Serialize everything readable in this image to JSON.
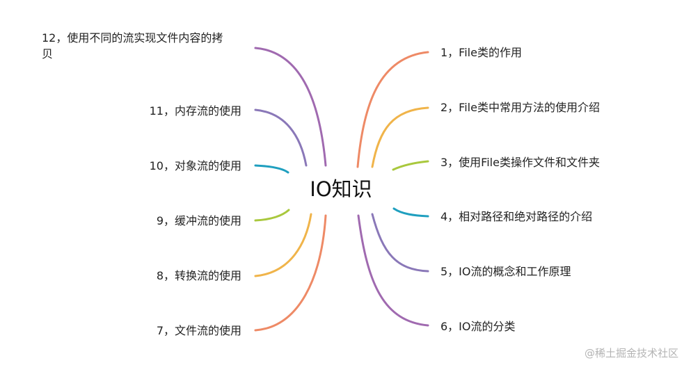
{
  "center": {
    "title": "IO知识"
  },
  "right_branches": [
    {
      "label": "1，File类的作用",
      "color": "#ee8a66"
    },
    {
      "label": "2，File类中常用方法的使用介绍",
      "color": "#f0b44a"
    },
    {
      "label": "3，使用File类操作文件和文件夹",
      "color": "#a9c83d"
    },
    {
      "label": "4，相对路径和绝对路径的介绍",
      "color": "#1f9fbf"
    },
    {
      "label": "5，IO流的概念和工作原理",
      "color": "#8a78b8"
    },
    {
      "label": "6，IO流的分类",
      "color": "#a06ab0"
    }
  ],
  "left_branches": [
    {
      "label": "12，使用不同的流实现文件内容的拷贝",
      "color": "#a06ab0"
    },
    {
      "label": "11，内存流的使用",
      "color": "#8a78b8"
    },
    {
      "label": "10，对象流的使用",
      "color": "#1f9fbf"
    },
    {
      "label": "9，缓冲流的使用",
      "color": "#a9c83d"
    },
    {
      "label": "8，转换流的使用",
      "color": "#f0b44a"
    },
    {
      "label": "7，文件流的使用",
      "color": "#ee8a66"
    }
  ],
  "watermark": "@稀土掘金技术社区"
}
